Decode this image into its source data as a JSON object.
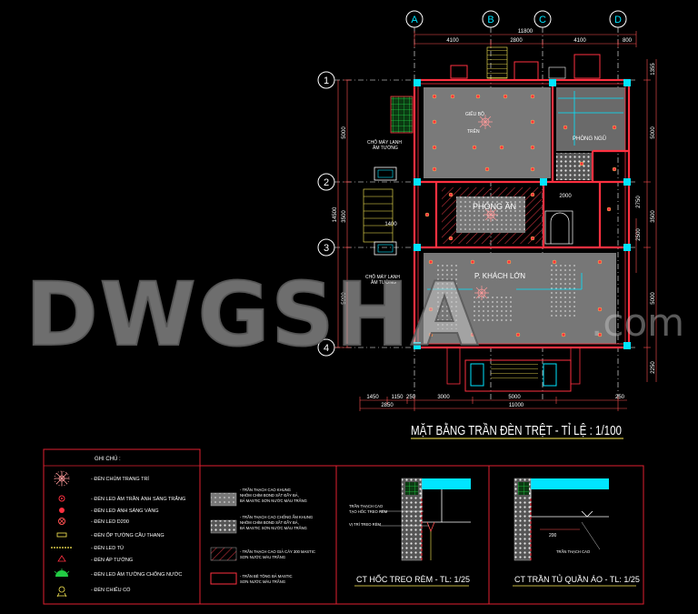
{
  "colors": {
    "background": "#000000",
    "wall": "#ff3040",
    "dim": "#ff5050",
    "grid": "#ffffff",
    "cyan": "#00e5ff",
    "green": "#22cc44",
    "yellow": "#ffee55",
    "ceiling": "#8a8a8a",
    "border": "#e02030",
    "watermark": "#bfbfbf"
  },
  "grid_axes": {
    "columns": [
      "A",
      "B",
      "C",
      "D"
    ],
    "rows": [
      "1",
      "2",
      "3",
      "4"
    ]
  },
  "dimensions": {
    "top_total": "11800",
    "top_segments": [
      "4100",
      "2800",
      "4100",
      "800"
    ],
    "left_segments": [
      "5000",
      "3500",
      "5000"
    ],
    "left_total": "14500",
    "right_segments": [
      "1355",
      "5000",
      "3500",
      "5000",
      "2250"
    ],
    "bottom_segments": [
      "1450",
      "1150",
      "250",
      "3000",
      "5000",
      "250"
    ],
    "bottom_row2": [
      "2850",
      "11000"
    ],
    "mid_right": [
      "2750",
      "2500"
    ],
    "misc": [
      "2000",
      "1400"
    ]
  },
  "room_labels": {
    "room_top_left_a": "GIẾU BỘ",
    "room_top_left_b": "TRÊN",
    "room_top_right": "PHÒNG NGỦ",
    "room_dining": "PHÒNG ĂN",
    "room_living": "P. KHÁCH LỚN",
    "ac_top_a": "CHỖ MÁY LẠNH",
    "ac_top_b": "ÂM TƯỜNG",
    "ac_bottom_a": "CHỖ MÁY LẠNH",
    "ac_bottom_b": "ÂM TƯỜNG"
  },
  "title": "MẶT BẰNG TRẦN ĐÈN TRỆT - TỈ LỆ : 1/100",
  "legend": {
    "header": "GHI CHÚ :",
    "items": [
      "- ĐÈN CHÙM TRANG TRÍ",
      "- ĐÈN LED ÂM TRẦN ÁNH SÁNG TRẮNG",
      "- ĐÈN LED ÁNH SÁNG VÀNG",
      "- ĐÈN LED D200",
      "- ĐÈN ỐP TƯỜNG CẦU THANG",
      "- ĐÈN LED TỦ",
      "- ĐÈN ÁP TƯỜNG",
      "- ĐÈN LED ÂM TƯỜNG CHỐNG NƯỚC",
      "- ĐÈN CHIẾU CỔ"
    ],
    "materials": [
      [
        "- TRẦN THẠCH CAO KHUNG",
        "NHÔM CHÌM BOND SẮT ĐẦY BẢ,",
        "BẢ MASTIC SƠN NƯỚC MÀU TRẮNG"
      ],
      [
        "- TRẦN THẠCH CAO CHỐNG ẨM KHUNG",
        "NHÔM CHÌM BOND SẮT ĐẦY BẢ,",
        "BẢ MASTIC SƠN NƯỚC MÀU TRẮNG"
      ],
      [
        "- TRẦN THẠCH CAO GIẢ CÂY 300 MASTIC",
        "SƠN NƯỚC MÀU TRẮNG"
      ],
      [
        "- TRẦN BÊ TÔNG BẢ MASTIC",
        "SƠN NƯỚC MÀU TRẮNG"
      ]
    ]
  },
  "details": {
    "detail1_title": "CT HỐC TREO RÈM - TL: 1/25",
    "detail1_labels": [
      "TRẦN THẠCH CAO",
      "TẠO HỐC TREO RÈM",
      "VỊ TRÍ TREO RÈM"
    ],
    "detail2_title": "CT TRẦN TỦ QUẦN ÁO - TL: 1/25",
    "detail2_labels": [
      "TRẦN THẠCH CAO"
    ],
    "detail2_dim": "200"
  },
  "watermark": {
    "main": "DWGSHA",
    "domain": ".com"
  }
}
